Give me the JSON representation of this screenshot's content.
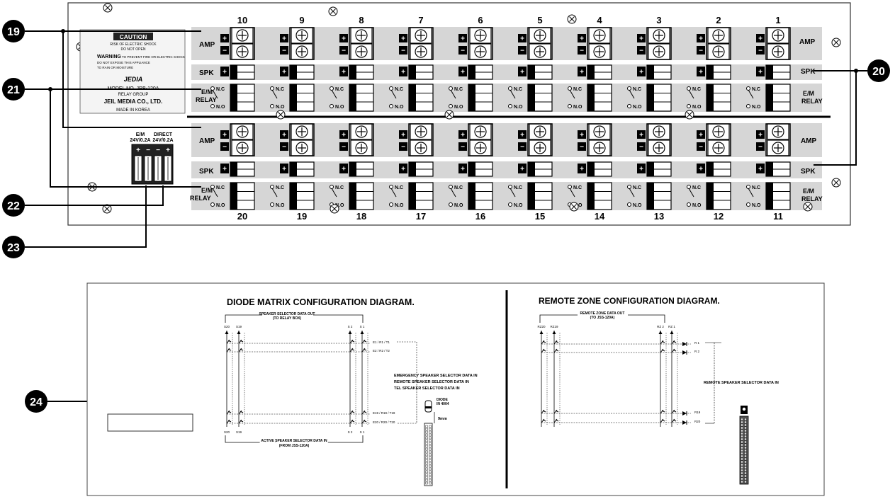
{
  "callouts": {
    "c19": "19",
    "c20": "20",
    "c21": "21",
    "c22": "22",
    "c23": "23",
    "c24": "24"
  },
  "panel": {
    "top_channels": [
      "10",
      "9",
      "8",
      "7",
      "6",
      "5",
      "4",
      "3",
      "2",
      "1"
    ],
    "bottom_channels": [
      "20",
      "19",
      "18",
      "17",
      "16",
      "15",
      "14",
      "13",
      "12",
      "11"
    ],
    "row_labels": {
      "amp": "AMP",
      "spk": "SPK",
      "em": "E/M",
      "relay": "RELAY"
    },
    "relay_labels": {
      "nc": "N.C",
      "no": "N.O"
    },
    "plus": "+",
    "minus": "−",
    "sticker": {
      "caution": "CAUTION",
      "caution_sub1": "RISK OF ELECTRIC SHOCK",
      "caution_sub2": "DO NOT OPEN",
      "warning": "WARNING",
      "warning_l1": "TO PREVENT FIRE OR ELECTRIC SHOCK",
      "warning_l2": "DO NOT EXPOSE THIS APPLIANCE",
      "warning_l3": "TO RAIN OR MOISTURE",
      "brand": "JEDIA",
      "model": "MODEL NO. JRB-120A",
      "type": "RELAY GROUP",
      "maker": "JEIL MEDIA CO., LTD.",
      "origin": "MADE IN KOREA"
    },
    "power": {
      "em_label": "E/M",
      "em_rating": "24V/0.2A",
      "direct_label": "DIRECT",
      "direct_rating": "24V/0.2A",
      "signs": [
        "+",
        "−",
        "−",
        "+"
      ]
    }
  },
  "diode": {
    "title": "DIODE MATRIX CONFIGURATION  DIAGRAM.",
    "top_caption_1": "SPEAKER SELECTOR DATA OUT",
    "top_caption_2": "(TO RELAY BOX)",
    "col_top": [
      "S20",
      "S19",
      "S 2",
      "S 1"
    ],
    "col_bottom": [
      "S20",
      "S19",
      "S 2",
      "S 1"
    ],
    "rows": [
      "E1 / R1 / T1",
      "E2 / R2 / T2",
      "E19 / R19 / T19",
      "E20 / R20 / T20"
    ],
    "side_1": "EMERGENCY SPEAKER SELECTOR DATA IN",
    "side_2": "REMOTE SPEAKER SELECTOR DATA IN",
    "side_3": "TEL SPEAKER SELECTOR DATA IN",
    "bottom_caption_1": "ACTIVE SPEAKER SELECTOR DATA IN",
    "bottom_caption_2": "(FROM JSS-120A)",
    "diode_label_1": "DIODE",
    "diode_label_2": "IN 4004",
    "dim": "9mm"
  },
  "remote": {
    "title": "REMOTE ZONE CONFIGURATION DIAGRAM.",
    "top_caption_1": "REMOTE ZONE DATA OUT",
    "top_caption_2": "(TO JSS-120A)",
    "col_top": [
      "RZ20",
      "RZ19",
      "RZ 2",
      "RZ 1"
    ],
    "rows": [
      "R 1",
      "R 2",
      "R19",
      "R20"
    ],
    "side": "REMOTE SPEAKER SELECTOR DATA IN"
  }
}
